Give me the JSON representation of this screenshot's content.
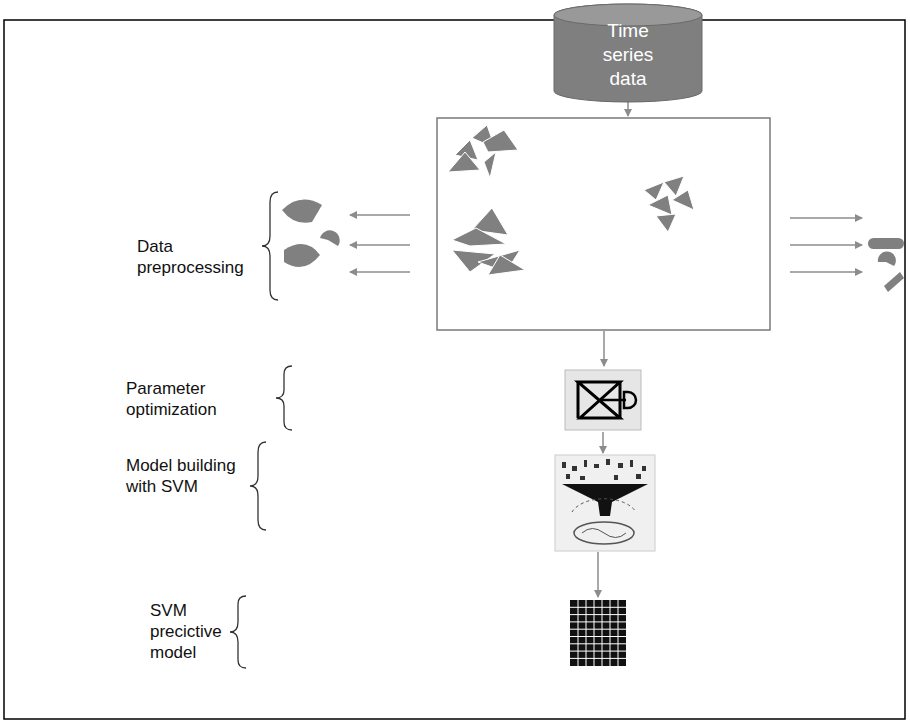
{
  "diagram": {
    "nodes": [
      {
        "text": [
          "Time series data"
        ]
      }
    ],
    "labels": [
      "Data preprocessing",
      "Parameter optimization",
      "Model building with SVM",
      "SVM precictive model"
    ]
  }
}
